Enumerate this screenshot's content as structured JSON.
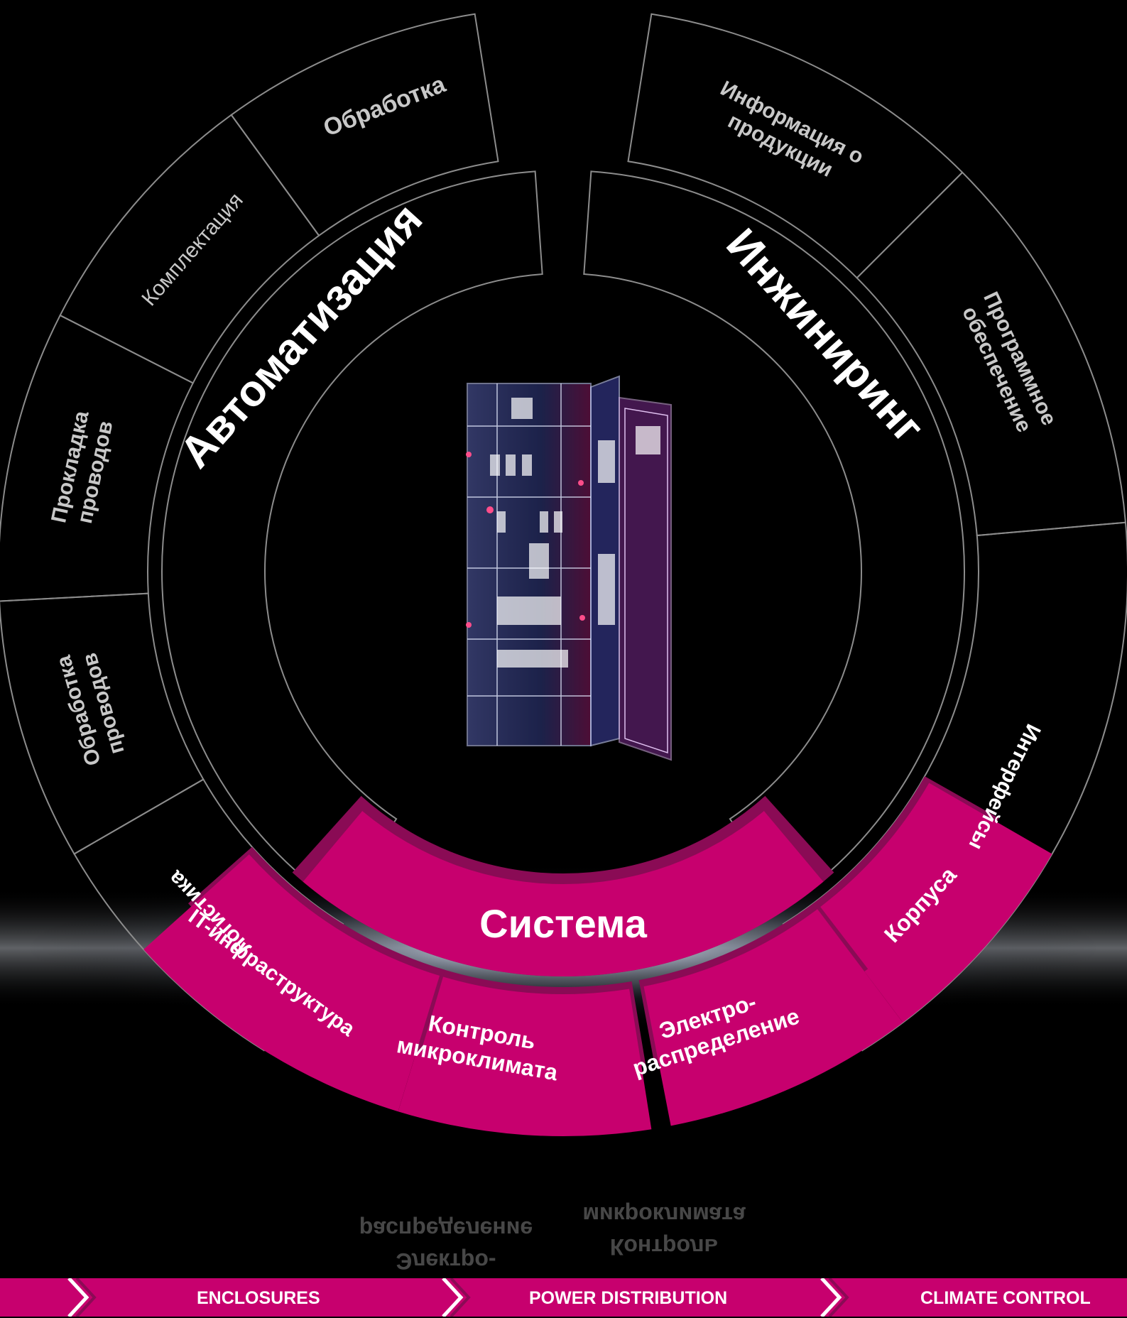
{
  "diagram": {
    "outer_ring": {
      "automation_side": [
        "Логистика",
        "Обработка проводов",
        "Прокладка проводов",
        "Комплектация",
        "Обработка"
      ],
      "engineering_side": [
        "Информация о продукции",
        "Программное обеспечение",
        "Интерфейсы"
      ]
    },
    "middle_ring": {
      "left": "Автоматизация",
      "right": "Инжиниринг",
      "bottom": "Система"
    },
    "system_segments": [
      "Корпуса",
      "Электро- распределение",
      "Контроль микроклимата",
      "IT-инфраструктура"
    ],
    "reflection_text": [
      "распределение",
      "Электро-",
      "микроклимата",
      "Контроль"
    ]
  },
  "bottom_nav": {
    "items": [
      "ENCLOSURES",
      "POWER DISTRIBUTION",
      "CLIMATE CONTROL"
    ]
  },
  "colors": {
    "accent": "#c7006e",
    "accent_dark": "#8a0b55",
    "ring_stroke": "#8a8a8a",
    "text_light": "#ffffff",
    "text_grey": "#c8c8c8",
    "background": "#000000"
  },
  "icons": [
    "cabinet-illustration",
    "chevron-right-icon"
  ]
}
